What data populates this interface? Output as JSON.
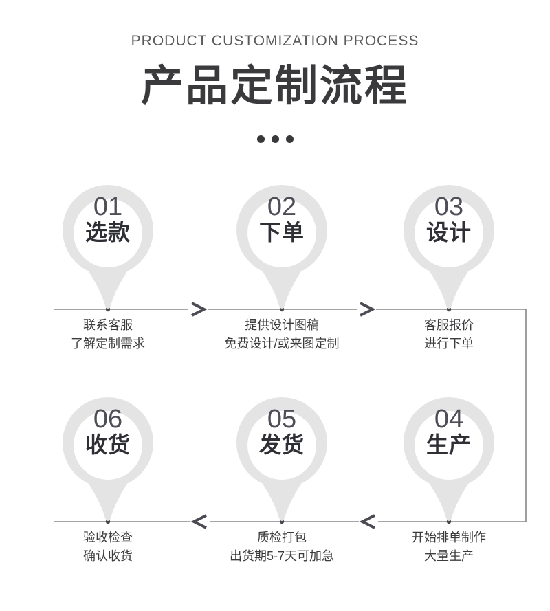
{
  "header": {
    "subtitle": "PRODUCT CUSTOMIZATION PROCESS",
    "title": "产品定制流程"
  },
  "steps": [
    {
      "number": "01",
      "label": "选款",
      "desc1": "联系客服",
      "desc2": "了解定制需求"
    },
    {
      "number": "02",
      "label": "下单",
      "desc1": "提供设计图稿",
      "desc2": "免费设计/或来图定制"
    },
    {
      "number": "03",
      "label": "设计",
      "desc1": "客服报价",
      "desc2": "进行下单"
    },
    {
      "number": "04",
      "label": "生产",
      "desc1": "开始排单制作",
      "desc2": "大量生产"
    },
    {
      "number": "05",
      "label": "发货",
      "desc1": "质检打包",
      "desc2": "出货期5-7天可加急"
    },
    {
      "number": "06",
      "label": "收货",
      "desc1": "验收检查",
      "desc2": "确认收货"
    }
  ],
  "colors": {
    "background": "#ffffff",
    "pin_fill": "#e4e4e4",
    "pin_inner": "#ffffff",
    "line": "#87878c",
    "arrow": "#4b4b54",
    "title_text": "#3a3a3c",
    "subtitle_text": "#5a5a5c",
    "number_text": "#4e4e57",
    "label_text": "#2f2f36",
    "desc_text": "#3c3c3e"
  }
}
